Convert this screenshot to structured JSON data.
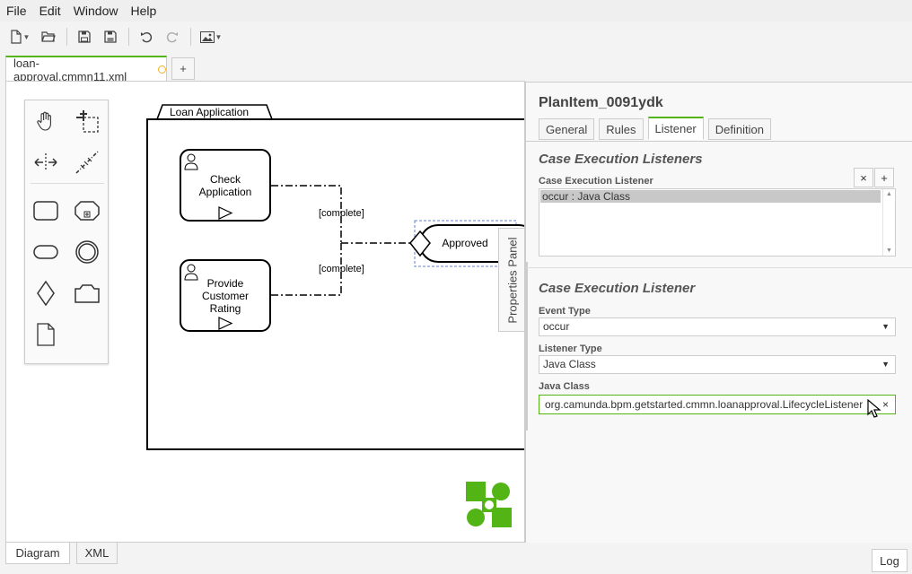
{
  "menu": [
    "File",
    "Edit",
    "Window",
    "Help"
  ],
  "toolbar": {
    "new": "new-file-icon",
    "open": "open-folder-icon",
    "save": "save-icon",
    "save_as": "save-as-icon",
    "undo": "undo-icon",
    "redo": "redo-icon",
    "export": "image-export-icon"
  },
  "tabs": {
    "file_tab": "loan-approval.cmmn11.xml",
    "add_tab": "+"
  },
  "diagram": {
    "stage_label": "Loan Application",
    "task1": [
      "Check",
      "Application"
    ],
    "task2": [
      "Provide",
      "Customer",
      "Rating"
    ],
    "sentry1": "[complete]",
    "sentry2": "[complete]",
    "milestone": "Approved"
  },
  "properties_toggle": "Properties Panel",
  "properties": {
    "title": "PlanItem_0091ydk",
    "tabs": [
      "General",
      "Rules",
      "Listener",
      "Definition"
    ],
    "active_tab": "Listener",
    "group1_title": "Case Execution Listeners",
    "list_label": "Case Execution Listener",
    "remove_btn": "×",
    "add_btn": "+",
    "list_item": "occur : Java Class",
    "group2_title": "Case Execution Listener",
    "event_type_label": "Event Type",
    "event_type_value": "occur",
    "listener_type_label": "Listener Type",
    "listener_type_value": "Java Class",
    "java_class_label": "Java Class",
    "java_class_value": "org.camunda.bpm.getstarted.cmmn.loanapproval.LifecycleListener",
    "clear_btn": "×"
  },
  "bottom": {
    "tab_diagram": "Diagram",
    "tab_xml": "XML",
    "log": "Log"
  },
  "colors": {
    "accent": "#52b415",
    "dirty": "#f0b429"
  }
}
